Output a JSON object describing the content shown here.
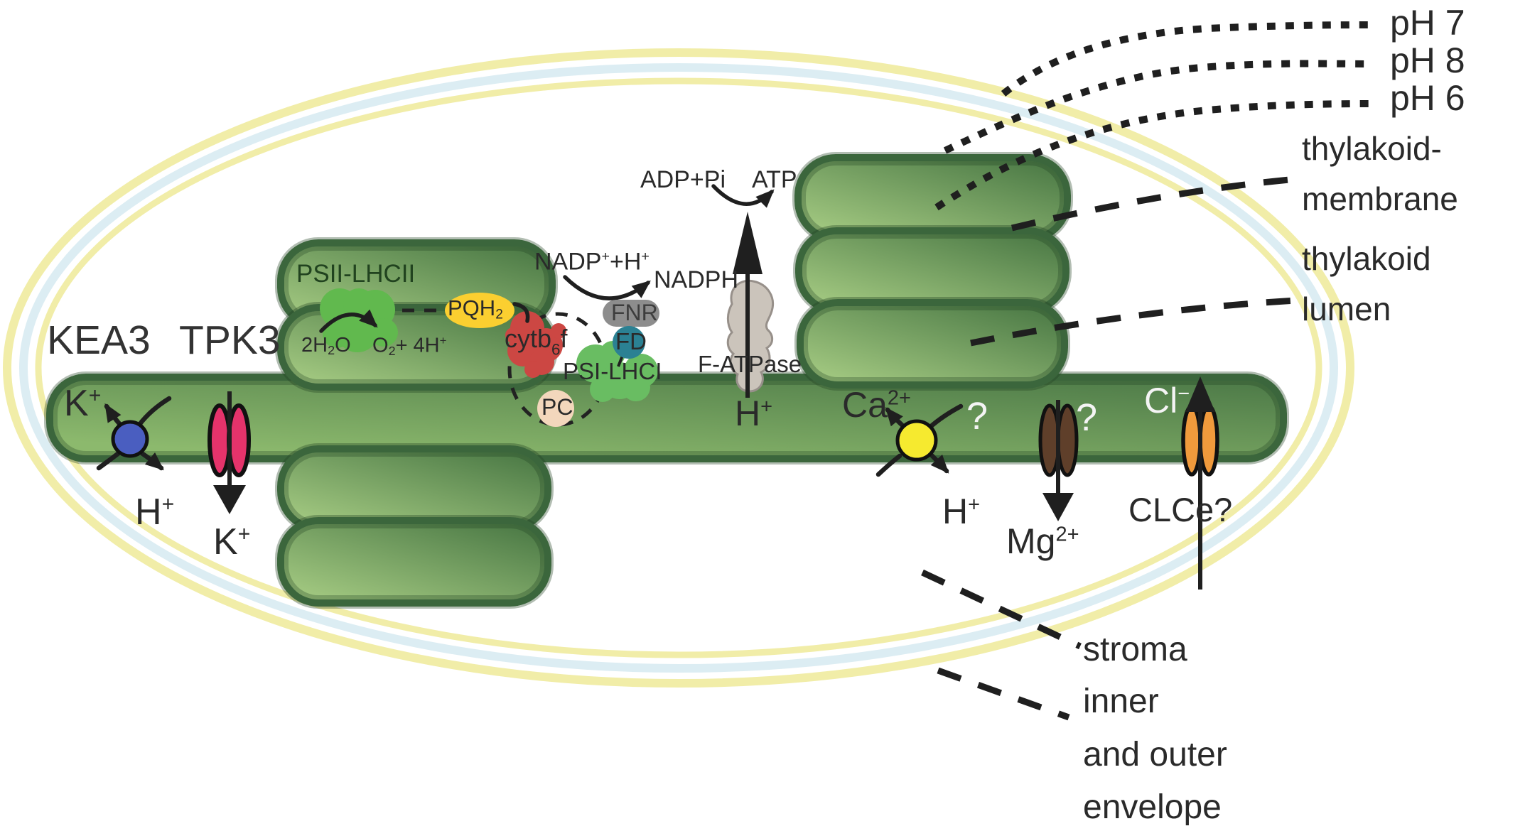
{
  "colors": {
    "grana_border": "#3b663c",
    "grana_light": "#a3c981",
    "grana_dark": "#4c7a46",
    "membrane_light": "#8cb96d",
    "membrane_dark": "#4f7c49",
    "envelope_yellow": "#f1eda8",
    "envelope_blue": "#dcedf3",
    "psii_blob": "#61b94e",
    "pqh2_yellow": "#fbcf30",
    "cytb6f_red": "#cc4743",
    "pc_peach": "#f3d7bc",
    "psi_green": "#69bd62",
    "fd_teal": "#2b8193",
    "fnr_gray": "#8d8d8d",
    "atpase_gray": "#cbc4bb",
    "atpase_stroke": "#97908a",
    "kea3_blue": "#4a5ec0",
    "tpk3_pink": "#e5336b",
    "ca_yellow": "#f6ea2f",
    "mg_brown": "#5f3f2a",
    "cl_orange": "#f09a3c",
    "line_black": "#1f1f1f",
    "text_dark": "#2a2a2a",
    "text_white": "#f4f4f4",
    "psii_label": "#21431f",
    "fnr_text": "#3d3d3d"
  },
  "labels": {
    "ph7": "pH 7",
    "ph8": "pH 8",
    "ph6": "pH 6",
    "thylakoid_membrane_line1": "thylakoid-",
    "thylakoid_membrane_line2": "membrane",
    "thylakoid_lumen_line1": "thylakoid",
    "thylakoid_lumen_line2": "lumen",
    "stroma": "stroma",
    "envelope_line1": "inner",
    "envelope_line2": "and outer",
    "envelope_line3": "envelope",
    "kea3": "KEA3",
    "tpk3": "TPK3",
    "psii": "PSII-LHCII",
    "psi": "PSI-LHCI",
    "fnr": "FNR",
    "fd": "FD",
    "pc": "PC",
    "f_atpase": "F-ATPase",
    "nadph": "NADPH",
    "adp_pi": "ADP+Pi",
    "atp": "ATP",
    "clce": "CLCe?",
    "q_ca": "?",
    "q_mg": "?"
  },
  "chem": {
    "pqh2": {
      "base": "PQH",
      "sub": "2"
    },
    "cytb6f": {
      "base": "cytb",
      "sub": "6",
      "tail": "f"
    },
    "water": {
      "p1": "2H",
      "sub": "2",
      "p2": "O"
    },
    "oxygen": {
      "p1": "O",
      "sub": "2",
      "p2": "+ 4H",
      "sup": "+"
    },
    "nadp": {
      "p1": "NADP",
      "s1": "+",
      "p2": "+H",
      "s2": "+"
    }
  },
  "ions": {
    "k_top": {
      "b": "K",
      "s": "+"
    },
    "h_left": {
      "b": "H",
      "s": "+"
    },
    "k_bottom": {
      "b": "K",
      "s": "+"
    },
    "h_atpase": {
      "b": "H",
      "s": "+"
    },
    "ca": {
      "b": "Ca",
      "s": "2+"
    },
    "h_ca": {
      "b": "H",
      "s": "+"
    },
    "mg": {
      "b": "Mg",
      "s": "2+"
    },
    "cl": {
      "b": "Cl",
      "s": "−"
    }
  }
}
